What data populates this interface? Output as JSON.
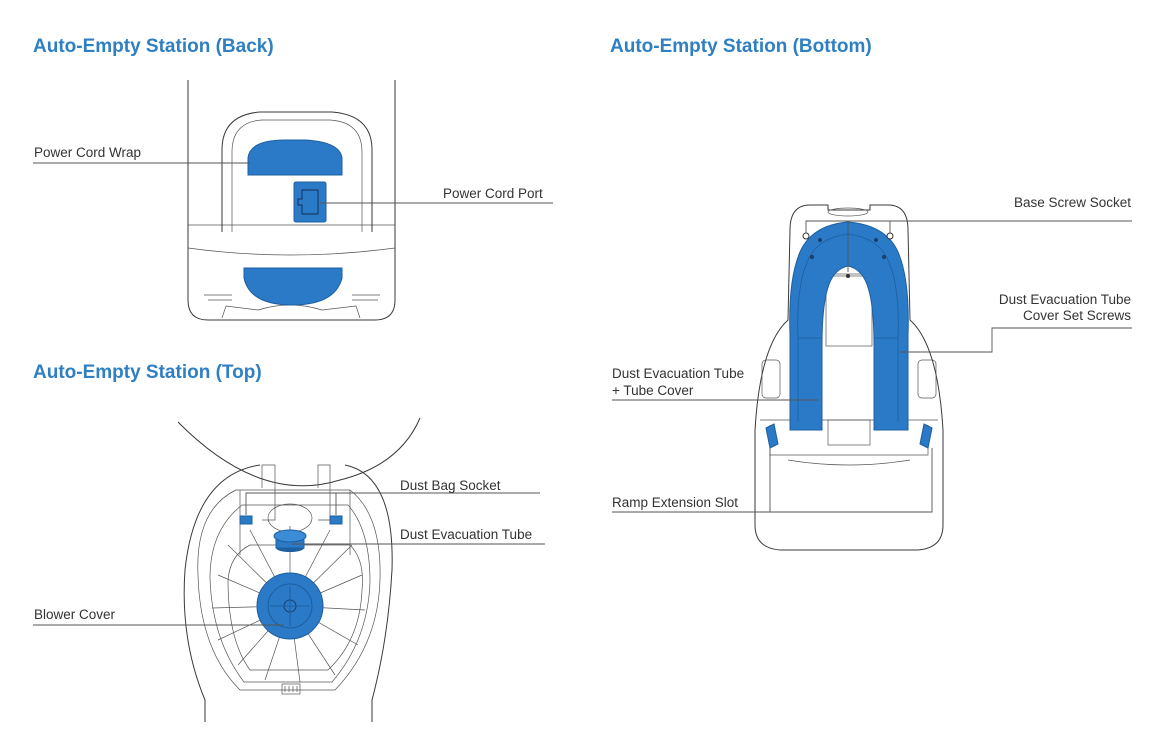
{
  "colors": {
    "title": "#2f7fc3",
    "part_highlight": "#2b7ac8",
    "part_dark": "#1e5f9e",
    "outline": "#3a3a3a"
  },
  "sections": {
    "back": {
      "title": "Auto-Empty Station (Back)",
      "labels": {
        "power_cord_wrap": "Power Cord Wrap",
        "power_cord_port": "Power Cord Port"
      }
    },
    "top": {
      "title": "Auto-Empty Station (Top)",
      "labels": {
        "dust_bag_socket": "Dust Bag Socket",
        "dust_evacuation_tube": "Dust Evacuation Tube",
        "blower_cover": "Blower Cover"
      }
    },
    "bottom": {
      "title": "Auto-Empty Station (Bottom)",
      "labels": {
        "base_screw_socket": "Base Screw Socket",
        "tube_cover_screws_line1": "Dust Evacuation Tube",
        "tube_cover_screws_line2": "Cover Set Screws",
        "tube_and_cover_line1": "Dust Evacuation Tube",
        "tube_and_cover_line2": "+ Tube Cover",
        "ramp_extension_slot": "Ramp Extension Slot"
      }
    }
  }
}
